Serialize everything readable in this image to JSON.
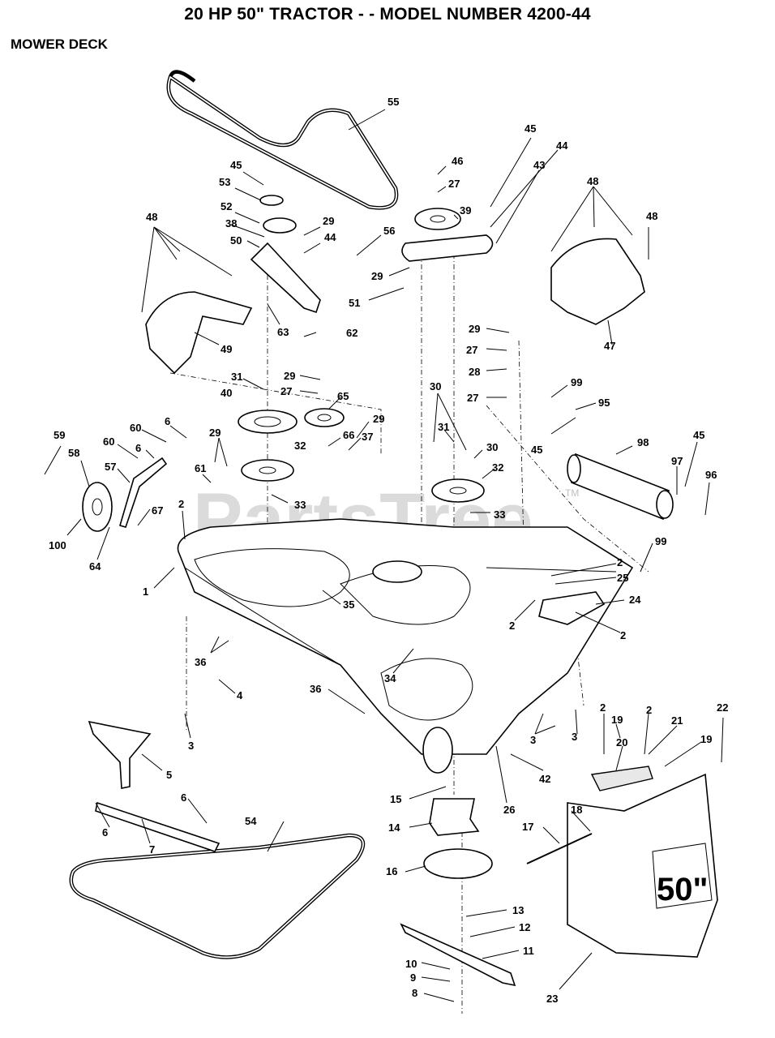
{
  "header": {
    "title": "20 HP 50\" TRACTOR - - MODEL NUMBER 4200-44",
    "subtitle": "MOWER DECK"
  },
  "watermark": {
    "text": "PartsTree",
    "tm": "TM"
  },
  "shroud_badge": "50\"",
  "callouts": [
    {
      "label": "55"
    },
    {
      "label": "45"
    },
    {
      "label": "53"
    },
    {
      "label": "52"
    },
    {
      "label": "38"
    },
    {
      "label": "50"
    },
    {
      "label": "29"
    },
    {
      "label": "44"
    },
    {
      "label": "56"
    },
    {
      "label": "46"
    },
    {
      "label": "27"
    },
    {
      "label": "39"
    },
    {
      "label": "45"
    },
    {
      "label": "44"
    },
    {
      "label": "43"
    },
    {
      "label": "48"
    },
    {
      "label": "48"
    },
    {
      "label": "48"
    },
    {
      "label": "29"
    },
    {
      "label": "51"
    },
    {
      "label": "63"
    },
    {
      "label": "62"
    },
    {
      "label": "49"
    },
    {
      "label": "47"
    },
    {
      "label": "29"
    },
    {
      "label": "27"
    },
    {
      "label": "28"
    },
    {
      "label": "27"
    },
    {
      "label": "99"
    },
    {
      "label": "95"
    },
    {
      "label": "31"
    },
    {
      "label": "29"
    },
    {
      "label": "40"
    },
    {
      "label": "27"
    },
    {
      "label": "65"
    },
    {
      "label": "30"
    },
    {
      "label": "45"
    },
    {
      "label": "6"
    },
    {
      "label": "60"
    },
    {
      "label": "29"
    },
    {
      "label": "29"
    },
    {
      "label": "66"
    },
    {
      "label": "37"
    },
    {
      "label": "31"
    },
    {
      "label": "30"
    },
    {
      "label": "98"
    },
    {
      "label": "45"
    },
    {
      "label": "59"
    },
    {
      "label": "60"
    },
    {
      "label": "6"
    },
    {
      "label": "32"
    },
    {
      "label": "32"
    },
    {
      "label": "58"
    },
    {
      "label": "57"
    },
    {
      "label": "61"
    },
    {
      "label": "97"
    },
    {
      "label": "96"
    },
    {
      "label": "2"
    },
    {
      "label": "33"
    },
    {
      "label": "33"
    },
    {
      "label": "67"
    },
    {
      "label": "100"
    },
    {
      "label": "99"
    },
    {
      "label": "64"
    },
    {
      "label": "1"
    },
    {
      "label": "2"
    },
    {
      "label": "25"
    },
    {
      "label": "35"
    },
    {
      "label": "24"
    },
    {
      "label": "2"
    },
    {
      "label": "2"
    },
    {
      "label": "36"
    },
    {
      "label": "34"
    },
    {
      "label": "4"
    },
    {
      "label": "36"
    },
    {
      "label": "2"
    },
    {
      "label": "19"
    },
    {
      "label": "2"
    },
    {
      "label": "21"
    },
    {
      "label": "22"
    },
    {
      "label": "3"
    },
    {
      "label": "3"
    },
    {
      "label": "3"
    },
    {
      "label": "20"
    },
    {
      "label": "19"
    },
    {
      "label": "42"
    },
    {
      "label": "5"
    },
    {
      "label": "15"
    },
    {
      "label": "26"
    },
    {
      "label": "6"
    },
    {
      "label": "18"
    },
    {
      "label": "54"
    },
    {
      "label": "14"
    },
    {
      "label": "17"
    },
    {
      "label": "6"
    },
    {
      "label": "7"
    },
    {
      "label": "16"
    },
    {
      "label": "13"
    },
    {
      "label": "12"
    },
    {
      "label": "11"
    },
    {
      "label": "10"
    },
    {
      "label": "9"
    },
    {
      "label": "8"
    },
    {
      "label": "23"
    }
  ]
}
